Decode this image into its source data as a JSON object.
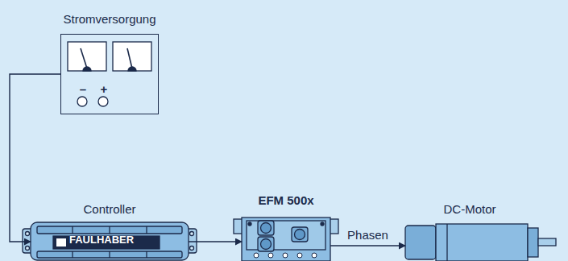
{
  "diagram": {
    "nodes": [
      {
        "text": [
          "Stromversorgung"
        ]
      },
      {
        "text": [
          "Controller",
          "FAULHABER"
        ]
      },
      {
        "text": [
          "EFM 500x"
        ]
      },
      {
        "text": [
          "DC-Motor"
        ]
      }
    ],
    "edges": [
      {
        "from": 0,
        "to": 1,
        "arrow": "to"
      },
      {
        "from": 1,
        "to": 2,
        "arrow": "to"
      },
      {
        "from": 2,
        "to": 3,
        "label": "Phasen",
        "arrow": "to"
      }
    ],
    "labels": [
      "–",
      "+"
    ]
  }
}
